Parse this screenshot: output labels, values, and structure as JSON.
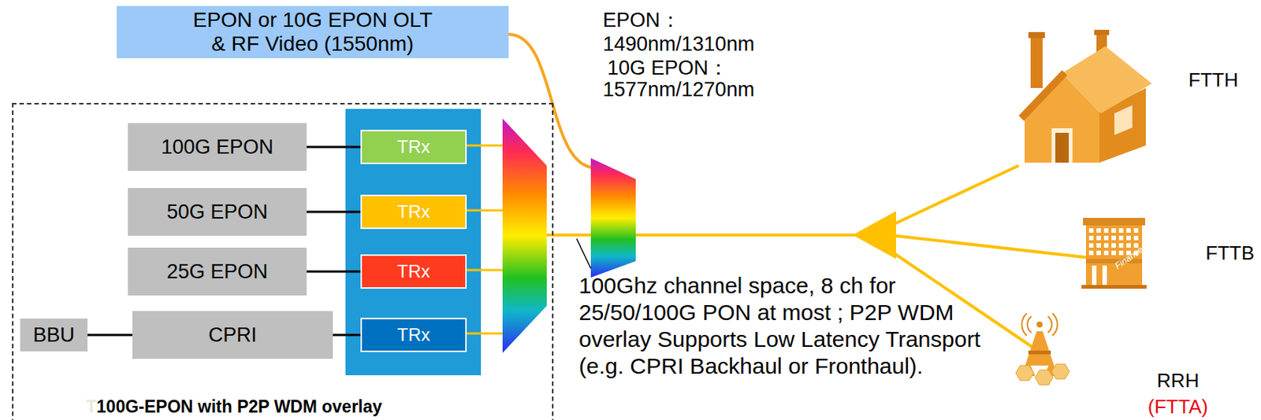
{
  "diagram": {
    "nodes": [
      {
        "text": [
          "EPON or 10G EPON OLT & RF Video (1550nm)"
        ]
      },
      {
        "text": [
          "T100G-EPON with P2P WDM overlay"
        ]
      },
      {
        "text": [
          "100G EPON"
        ],
        "in": 1
      },
      {
        "text": [
          "TRx"
        ],
        "in": 1
      },
      {
        "text": [
          "50G EPON"
        ],
        "in": 1
      },
      {
        "text": [
          "TRx"
        ],
        "in": 1
      },
      {
        "text": [
          "25G EPON"
        ],
        "in": 1
      },
      {
        "text": [
          "TRx"
        ],
        "in": 1
      },
      {
        "text": [
          "BBU"
        ],
        "in": 1
      },
      {
        "text": [
          "CPRI"
        ],
        "in": 1
      },
      {
        "text": [
          "TRx"
        ],
        "in": 1
      },
      {
        "text": [
          "FTTH"
        ]
      },
      {
        "text": [
          "FTTB"
        ]
      },
      {
        "text": [
          "RRH",
          "(FTTA)"
        ]
      }
    ],
    "edges": [
      {
        "from": 2,
        "to": 3,
        "arrow": "none"
      },
      {
        "from": 4,
        "to": 5,
        "arrow": "none"
      },
      {
        "from": 6,
        "to": 7,
        "arrow": "none"
      },
      {
        "from": 8,
        "to": 9,
        "arrow": "none"
      },
      {
        "from": 9,
        "to": 10,
        "arrow": "none"
      }
    ],
    "labels": [
      "EPON：",
      "1490nm/1310nm",
      "10G EPON：",
      "1577nm/1270nm",
      "100Ghz channel space, 8 ch for 25/50/100G PON at most ; P2P WDM overlay Supports Low Latency Transport (e.g. CPRI Backhaul or Fronthaul).",
      "Finance"
    ]
  }
}
